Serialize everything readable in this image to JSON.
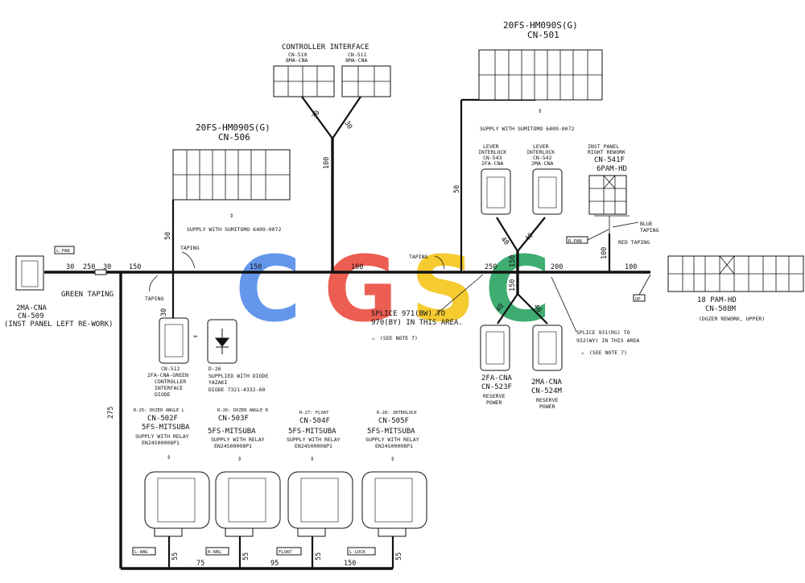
{
  "watermark": {
    "letters": [
      "C",
      "G",
      "S",
      "C"
    ],
    "colors": [
      "#4a86e8",
      "#e94235",
      "#f4c20d",
      "#1e9e5a"
    ]
  },
  "top_interface": {
    "title": "CONTROLLER INTERFACE",
    "cn510": "CN-510",
    "cn510_type": "8MA-CNA",
    "cn511": "CN-511",
    "cn511_type": "8MA-CNA"
  },
  "cn501": {
    "model": "20FS-HM090S(G)",
    "name": "CN-501",
    "supply": "SUPPLY WITH SUMITOMO 6409-0072"
  },
  "cn506": {
    "model": "20FS-HM090S(G)",
    "name": "CN-506",
    "supply": "SUPPLY WITH SUMITOMO 6409-0072"
  },
  "cn509": {
    "type": "2MA-CNA",
    "name": "CN-509",
    "note": "(INST PANEL LEFT RE-WORK)",
    "taping": "GREEN TAPING",
    "tag": "L-PAN"
  },
  "cn543": {
    "l1": "LEVER",
    "l2": "INTERLOCK",
    "name": "CN-543",
    "type": "2FA-CNA"
  },
  "cn542": {
    "l1": "LEVER",
    "l2": "INTERLOCK",
    "name": "CN-542",
    "type": "2MA-CNA"
  },
  "cn541f": {
    "l1": "INST PANEL",
    "l2": "RIGHT REWORK",
    "name": "CN-541F",
    "type": "6PAM-HD",
    "tag": "R-PAN"
  },
  "cn508m": {
    "type": "18 PAM-HD",
    "name": "CN-508M",
    "note": "(DOZER REWORK, UPPER)",
    "tag": "UP"
  },
  "cn512": {
    "name": "CN-512",
    "l1": "2FA-CNA-GREEN",
    "l2": "CONTROLLER",
    "l3": "INTERFACE",
    "l4": "DIODE"
  },
  "d26": {
    "name": "D-26",
    "l1": "SUPPLIED WITH DIODE",
    "l2": "YAZAKI",
    "l3": "DIODE 7321-4332-60"
  },
  "cn523f": {
    "type": "2FA-CNA",
    "name": "CN-523F",
    "l1": "RESERVE",
    "l2": "POWER"
  },
  "cn524m": {
    "type": "2MA-CNA",
    "name": "CN-524M",
    "l1": "RESERVE",
    "l2": "POWER"
  },
  "splices": {
    "s971_line1": "SPLICE 971(BW) TO",
    "s971_line2": "970(BY) IN THIS AREA.",
    "s971_note": "(SEE NOTE 7)",
    "s931_line1": "SPLICE 931(RG) TO",
    "s931_line2": "932(WY) IN THIS AREA",
    "s931_note": "(SEE NOTE 7)"
  },
  "tapings": {
    "t1": "TAPING",
    "t2": "TAPING",
    "t3": "TAPING",
    "blue1": "BLUE",
    "blue2": "TAPING",
    "red": "RED TAPING"
  },
  "relays": [
    {
      "tag": "R-25: DOZER ANGLE L",
      "name": "CN-502F",
      "type": "5FS-MITSUBA",
      "supply": "SUPPLY WITH RELAY",
      "part": "EN24S00008P1",
      "bottom_tag": "L-ANG"
    },
    {
      "tag": "R-26: DOZER ANGLE R",
      "name": "CN-503F",
      "type": "5FS-MITSUBA",
      "supply": "SUPPLY WITH RELAY",
      "part": "EN24S00008P1",
      "bottom_tag": "R-ANG"
    },
    {
      "tag": "R-27: FLOAT",
      "name": "CN-504F",
      "type": "5FS-MITSUBA",
      "supply": "SUPPLY WITH RELAY",
      "part": "EN24S00008P1",
      "bottom_tag": "FLOAT"
    },
    {
      "tag": "R-28: INTERLOCK",
      "name": "CN-505F",
      "type": "5FS-MITSUBA",
      "supply": "SUPPLY WITH RELAY",
      "part": "EN24S00008P1",
      "bottom_tag": "L-LOCK"
    }
  ],
  "lengths": {
    "l30a": "30",
    "l250": "250",
    "l30b": "30",
    "l150a": "150",
    "l150blue": "150",
    "l100main": "100",
    "l250r": "250",
    "l150mid": "150",
    "l200": "200",
    "l100r": "100",
    "l100vert": "100",
    "l30t1": "30",
    "l30t2": "30",
    "l50left": "50",
    "l50right": "50",
    "l30cn512": "30",
    "l275": "275",
    "l40a": "40",
    "l40b": "40",
    "l40c": "40",
    "l40d": "40",
    "l150v": "150",
    "l100vr": "100",
    "l55a": "55",
    "l75": "75",
    "l55b": "55",
    "l95": "95",
    "l55c": "55",
    "l150bot": "150",
    "l55d": "55"
  }
}
